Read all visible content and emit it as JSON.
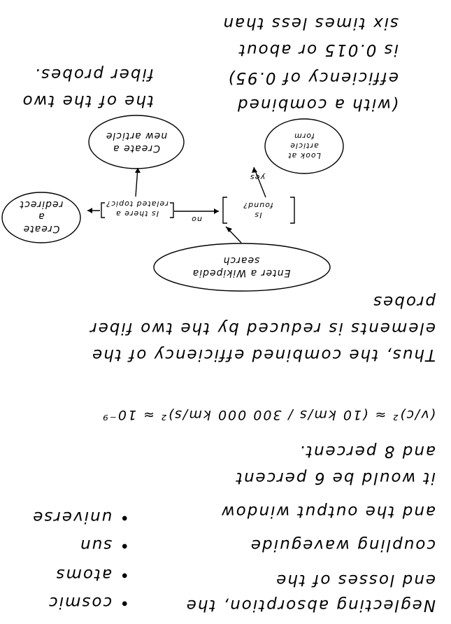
{
  "page": {
    "bottom_text": [
      "Neglecting absorption, the",
      "end losses of the",
      "coupling waveguide",
      "and the output window",
      "it would be 6 percent",
      "and 8 percent.",
      "(v/c)² ≈ (10 km/s / 300 000 km/s)² ≈ 10⁻⁹",
      "Thus, the combined efficiency of the",
      "elements is reduced by the two fiber",
      "probes"
    ],
    "list_items": [
      "cosmic",
      "atoms",
      "sun",
      "universe"
    ],
    "top_text": [
      "(with a combined",
      "efficiency of 0.95)",
      "is 0.015 or about",
      "six times less than"
    ],
    "top_right_text": [
      "the of the two",
      "fiber probes."
    ]
  },
  "diagram": {
    "search_bubble": [
      "Enter a Wikipedia",
      "search"
    ],
    "search_box": [
      "Is",
      "found?"
    ],
    "arrow_no": "no",
    "arrow_yes": "yes",
    "yes_bubble": [
      "Look at",
      "article",
      "form"
    ],
    "middle_box": [
      "Is there a",
      "related topic?"
    ],
    "create_bubble": [
      "Create a",
      "new article"
    ],
    "left_bubble": [
      "Create",
      "a",
      "redirect"
    ]
  }
}
